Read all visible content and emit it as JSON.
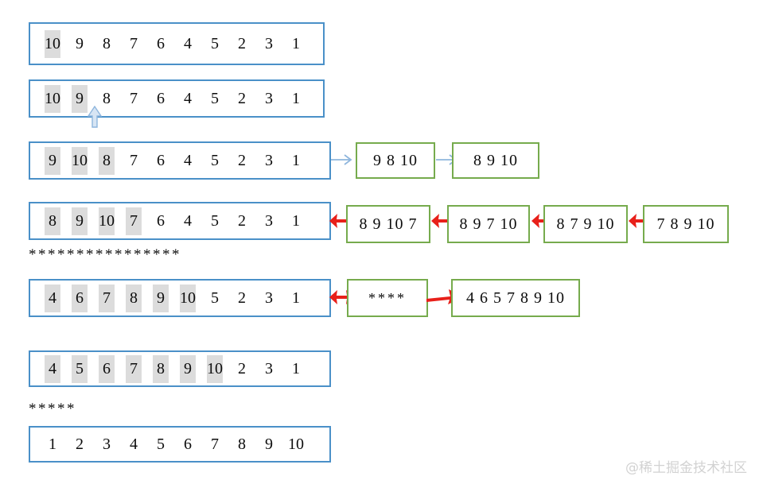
{
  "colors": {
    "array_border": "#4a90c8",
    "box_border": "#76ab4d",
    "highlight": "#dcdcdc",
    "red_arrow": "#e8201a",
    "blue_arrow": "#8fb6dd",
    "text": "#0d0d0d",
    "watermark": "#d2d2d2"
  },
  "rows": [
    {
      "id": "row-1",
      "values": [
        "10",
        "9",
        "8",
        "7",
        "6",
        "4",
        "5",
        "2",
        "3",
        "1"
      ],
      "highlight_count": 1
    },
    {
      "id": "row-2",
      "values": [
        "10",
        "9",
        "8",
        "7",
        "6",
        "4",
        "5",
        "2",
        "3",
        "1"
      ],
      "highlight_count": 2
    },
    {
      "id": "row-3",
      "values": [
        "9",
        "10",
        "8",
        "7",
        "6",
        "4",
        "5",
        "2",
        "3",
        "1"
      ],
      "highlight_count": 3
    },
    {
      "id": "row-4",
      "values": [
        "8",
        "9",
        "10",
        "7",
        "6",
        "4",
        "5",
        "2",
        "3",
        "1"
      ],
      "highlight_count": 4
    },
    {
      "id": "row-5",
      "values": [
        "4",
        "6",
        "7",
        "8",
        "9",
        "10",
        "5",
        "2",
        "3",
        "1"
      ],
      "highlight_count": 6
    },
    {
      "id": "row-6",
      "values": [
        "4",
        "5",
        "6",
        "7",
        "8",
        "9",
        "10",
        "2",
        "3",
        "1"
      ],
      "highlight_count": 7
    },
    {
      "id": "row-7",
      "values": [
        "1",
        "2",
        "3",
        "4",
        "5",
        "6",
        "7",
        "8",
        "9",
        "10"
      ],
      "highlight_count": 0
    }
  ],
  "boxes": {
    "row3": [
      {
        "label": "9 8 10"
      },
      {
        "label": "8 9 10"
      }
    ],
    "row4": [
      {
        "label": "8 9 10 7"
      },
      {
        "label": "8 9 7 10"
      },
      {
        "label": "8 7 9 10"
      },
      {
        "label": "7 8 9 10"
      }
    ],
    "row5": [
      {
        "label": "****"
      },
      {
        "label": "4 6 5 7 8 9 10"
      }
    ]
  },
  "separators": {
    "long": "****************",
    "short": "*****"
  },
  "watermark": {
    "text": "@稀土掘金技术社区"
  }
}
